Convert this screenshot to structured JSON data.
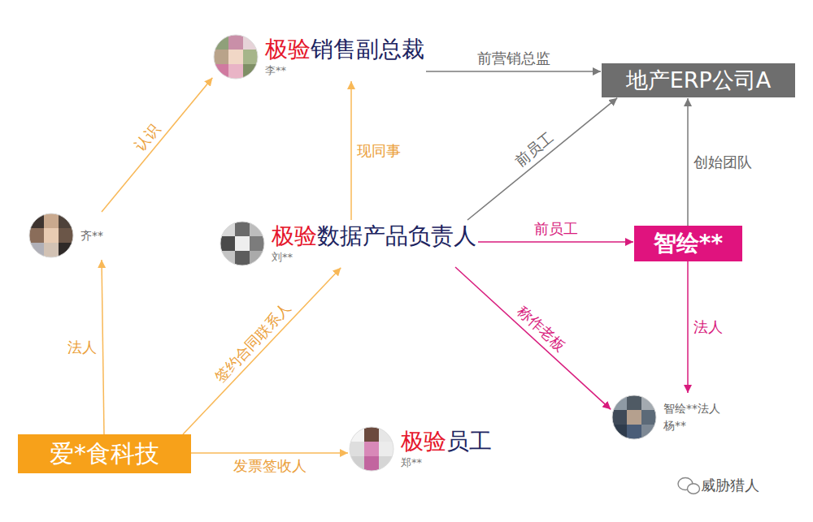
{
  "diagram": {
    "nodes": [
      {
        "text": [
          "极验",
          "销售副总裁",
          "李**"
        ]
      },
      {
        "text": [
          "地产ERP公司A"
        ]
      },
      {
        "text": [
          "齐**"
        ]
      },
      {
        "text": [
          "极验",
          "数据产品负责人",
          "刘**"
        ]
      },
      {
        "text": [
          "智绘**"
        ]
      },
      {
        "text": [
          "爱*食科技"
        ]
      },
      {
        "text": [
          "极验",
          "员工",
          "郑**"
        ]
      },
      {
        "text": [
          "智绘**法人",
          "杨**"
        ]
      }
    ],
    "edges": [
      {
        "from": 0,
        "to": 1,
        "arrow": "to",
        "label": "前营销总监"
      },
      {
        "from": 2,
        "to": 0,
        "arrow": "to",
        "label": "认识"
      },
      {
        "from": 3,
        "to": 0,
        "arrow": "to",
        "label": "现同事"
      },
      {
        "from": 3,
        "to": 1,
        "arrow": "to",
        "label": "前员工"
      },
      {
        "from": 3,
        "to": 4,
        "arrow": "to",
        "label": "前员工"
      },
      {
        "from": 4,
        "to": 1,
        "arrow": "to",
        "label": "创始团队"
      },
      {
        "from": 3,
        "to": 7,
        "arrow": "to",
        "label": "称作老板"
      },
      {
        "from": 4,
        "to": 7,
        "arrow": "to",
        "label": "法人"
      },
      {
        "from": 5,
        "to": 2,
        "arrow": "to",
        "label": "法人"
      },
      {
        "from": 5,
        "to": 3,
        "arrow": "to",
        "label": "签约合同联系人"
      },
      {
        "from": 5,
        "to": 6,
        "arrow": "to",
        "label": "发票签收人"
      }
    ],
    "labels": [
      "威胁猎人"
    ]
  }
}
